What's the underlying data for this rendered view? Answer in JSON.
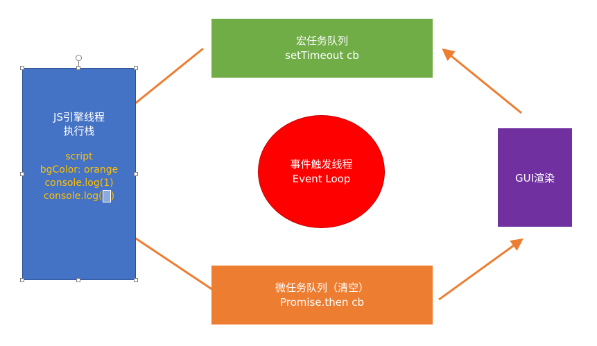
{
  "js_engine": {
    "title_line1": "JS引擎线程",
    "title_line2": "执行栈",
    "stack": [
      "script",
      "bgColor: orange",
      "console.log(1)"
    ],
    "last_prefix": "console.log(",
    "last_suffix": ")"
  },
  "macro_queue": {
    "title": "宏任务队列",
    "subtitle": "setTimeout cb"
  },
  "micro_queue": {
    "title": "微任务队列（清空）",
    "subtitle": "Promise.then cb"
  },
  "event_loop": {
    "title": "事件触发线程",
    "subtitle": "Event Loop"
  },
  "gui": {
    "label": "GUI渲染"
  },
  "colors": {
    "js_box": "#4472c4",
    "js_text": "#ffc000",
    "macro": "#70ad47",
    "micro": "#ed7d31",
    "gui": "#7030a0",
    "event_loop": "#ff0000",
    "arrow": "#ed7d31"
  }
}
